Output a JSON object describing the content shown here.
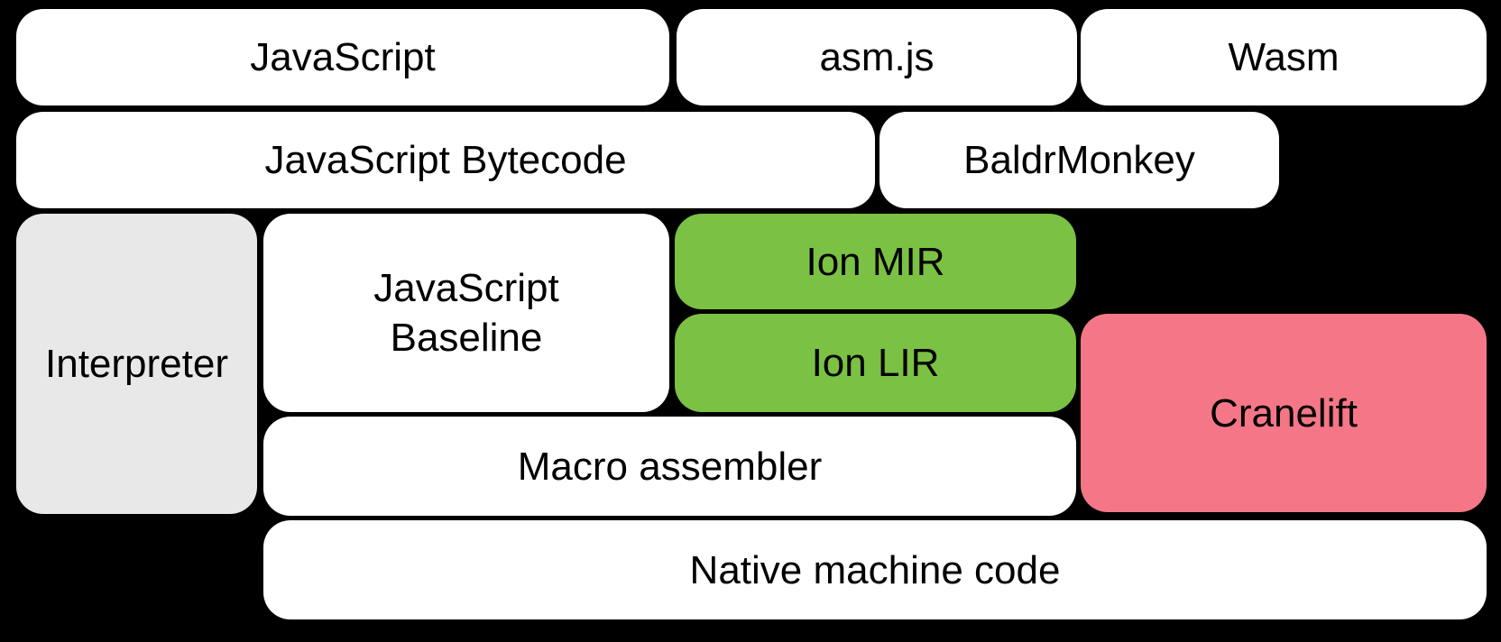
{
  "diagram": {
    "title": "JavaScript / WebAssembly compiler pipeline diagram",
    "colors": {
      "background": "#000000",
      "node_default": "#ffffff",
      "interpreter_gray": "#e8e8e8",
      "ion_green": "#7bc143",
      "cranelift_pink": "#f57787",
      "text": "#000000"
    },
    "nodes": {
      "javascript": {
        "label": "JavaScript",
        "color": "#ffffff"
      },
      "asmjs": {
        "label": "asm.js",
        "color": "#ffffff"
      },
      "wasm": {
        "label": "Wasm",
        "color": "#ffffff"
      },
      "jsBytecode": {
        "label": "JavaScript Bytecode",
        "color": "#ffffff"
      },
      "baldrmonkey": {
        "label": "BaldrMonkey",
        "color": "#ffffff"
      },
      "interpreter": {
        "label": "Interpreter",
        "color": "#e8e8e8"
      },
      "jsBaseline": {
        "label": "JavaScript\nBaseline",
        "color": "#ffffff"
      },
      "ionMir": {
        "label": "Ion MIR",
        "color": "#7bc143"
      },
      "ionLir": {
        "label": "Ion LIR",
        "color": "#7bc143"
      },
      "cranelift": {
        "label": "Cranelift",
        "color": "#f57787"
      },
      "macroAssembler": {
        "label": "Macro assembler",
        "color": "#ffffff"
      },
      "nativeMachineCode": {
        "label": "Native machine code",
        "color": "#ffffff"
      }
    }
  }
}
